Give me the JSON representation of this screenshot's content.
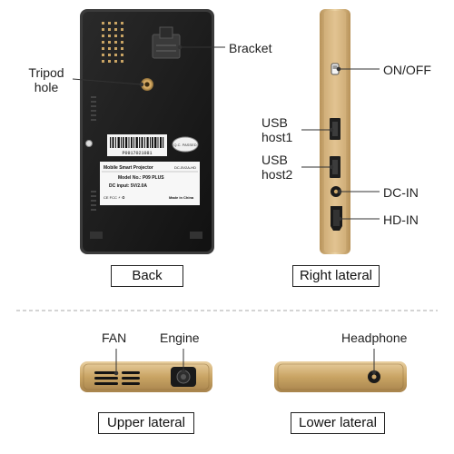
{
  "labels": {
    "tripod_hole": [
      "Tripod",
      "hole"
    ],
    "bracket": "Bracket",
    "on_off": "ON/OFF",
    "usb_host1": [
      "USB",
      "host1"
    ],
    "usb_host2": [
      "USB",
      "host2"
    ],
    "dc_in": "DC-IN",
    "hd_in": "HD-IN",
    "fan": "FAN",
    "engine": "Engine",
    "headphone": "Headphone"
  },
  "captions": {
    "back": "Back",
    "right_lateral": "Right lateral",
    "upper_lateral": "Upper lateral",
    "lower_lateral": "Lower lateral"
  },
  "device_sticker": {
    "barcode_number": "P0917021081",
    "title": "Mobile Smart Projector",
    "title_tag": "DC-5V2A-HD",
    "model": "Model No.: P09 PLUS",
    "dc_input": "DC input: 5V/2.0A",
    "made_in": "Made in China",
    "qc_badge": "Q.C. PASSED"
  },
  "colors": {
    "body_black": "#1c1c1c",
    "gold_trim": "#cfa96a",
    "line": "#333333"
  }
}
